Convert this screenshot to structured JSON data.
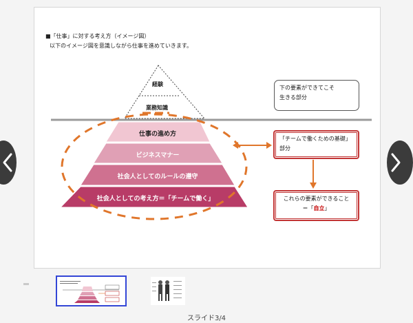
{
  "slide": {
    "heading": "■「仕事」に対する考え方（イメージ図）",
    "subheading": "以下のイメージ図を意識しながら仕事を進めていきます。",
    "pyramid_top": [
      "経験",
      "業務知識"
    ],
    "pyramid_levels": [
      "仕事の進め方",
      "ビジネスマナー",
      "社会人としてのルールの遵守",
      "社会人としての考え方＝「チームで働く」"
    ],
    "callout_top": {
      "line1": "下の要素ができてこそ",
      "line2": "生きる部分"
    },
    "callout_middle": {
      "line1": "「チームで働くための基礎」",
      "line2": "部分"
    },
    "callout_bottom": {
      "line1": "これらの要素ができること",
      "line2_prefix": "＝「",
      "line2_highlight": "自立",
      "line2_suffix": "」"
    }
  },
  "viewer": {
    "counter": "スライド3/4",
    "prev_icon": "chevron-left-icon",
    "next_icon": "chevron-right-icon"
  },
  "colors": {
    "level1": "#f1c6d2",
    "level2": "#e0a0b5",
    "level3": "#cf7190",
    "level4": "#b83c67",
    "dashed_ellipse": "#e0762b",
    "waterline": "#9b9b9b",
    "callout_red": "#c23535",
    "arrow_orange": "#e0762b",
    "active_thumb": "#3346d6"
  }
}
